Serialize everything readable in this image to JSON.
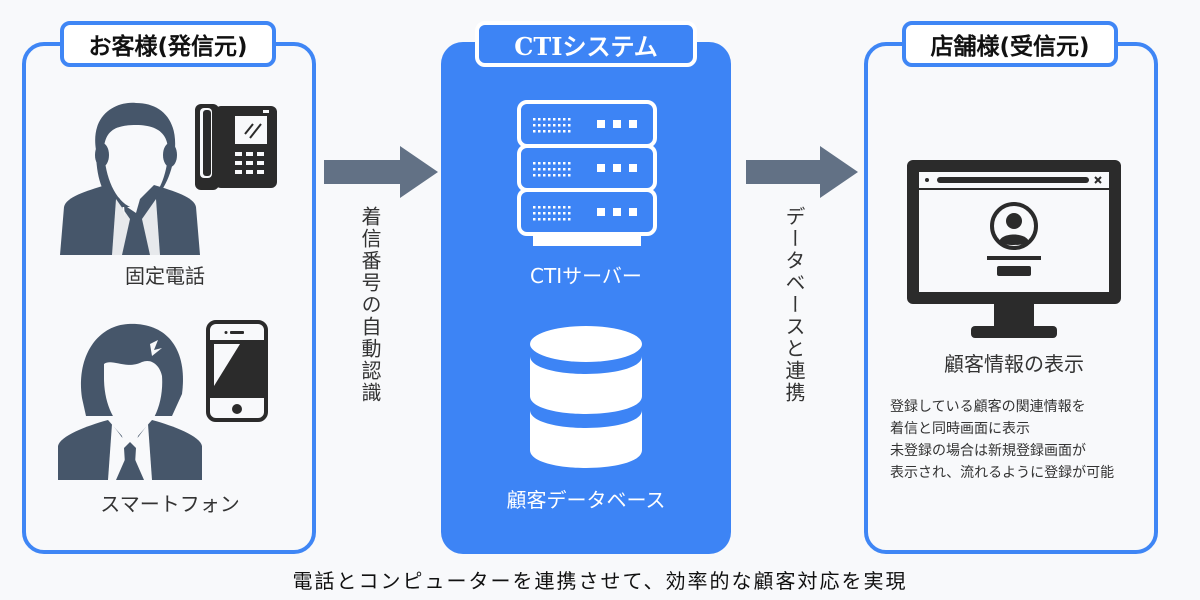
{
  "caller": {
    "title": "お客様(発信元)",
    "items": [
      {
        "label": "固定電話",
        "icon": "businessman-icon",
        "device_icon": "desk-phone-icon"
      },
      {
        "label": "スマートフォン",
        "icon": "young-man-icon",
        "device_icon": "smartphone-icon"
      }
    ]
  },
  "arrow1": {
    "label": "着信番号の自動認識",
    "icon": "arrow-right-icon"
  },
  "cti": {
    "title": "CTIシステム",
    "server_label": "CTIサーバー",
    "server_icon": "server-icon",
    "database_label": "顧客データベース",
    "database_icon": "database-icon"
  },
  "arrow2": {
    "label": "データベースと連携",
    "icon": "arrow-right-icon"
  },
  "store": {
    "title": "店舗様(受信元)",
    "screen_label": "顧客情報の表示",
    "screen_icon": "monitor-profile-icon",
    "description": [
      "登録している顧客の関連情報を",
      "着信と同時画面に表示",
      "未登録の場合は新規登録画面が",
      "表示され、流れるように登録が可能"
    ]
  },
  "footer": "電話とコンピューターを連携させて、効率的な顧客対応を実現",
  "colors": {
    "accent": "#3d84f5",
    "icon_dark": "#46566a",
    "device": "#2b2b2b",
    "arrow": "#627185"
  }
}
